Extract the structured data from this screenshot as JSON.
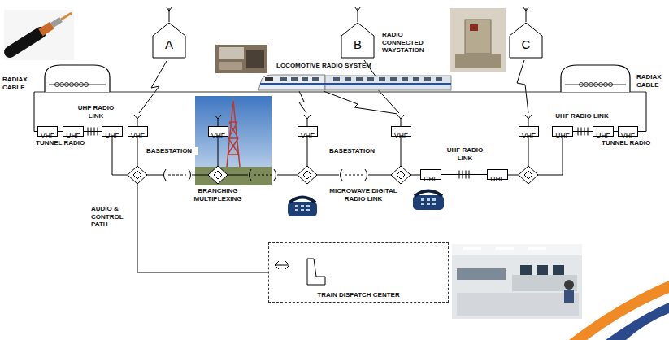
{
  "diagram": {
    "nodes": [
      {
        "text": [
          "A"
        ]
      },
      {
        "text": [
          "B"
        ]
      },
      {
        "text": [
          "C"
        ]
      },
      {
        "text": [
          "VHF"
        ]
      },
      {
        "text": [
          "UHF"
        ]
      },
      {
        "text": [
          "UHF"
        ]
      },
      {
        "text": [
          "VHF"
        ]
      },
      {
        "text": [
          "VHF"
        ]
      },
      {
        "text": [
          "VHF"
        ]
      },
      {
        "text": [
          "VHF"
        ]
      },
      {
        "text": [
          "UHF"
        ]
      },
      {
        "text": [
          "UHF"
        ]
      },
      {
        "text": [
          "VHF"
        ]
      },
      {
        "text": [
          "UHF"
        ]
      },
      {
        "text": [
          "UHF"
        ]
      },
      {
        "text": [
          "VHF"
        ]
      },
      {
        "text": [
          "TRAIN DISPATCH CENTER"
        ]
      }
    ],
    "edges": [
      {
        "from": 3,
        "to": 4,
        "arrow": "none"
      },
      {
        "from": 4,
        "to": 5,
        "arrow": "none"
      },
      {
        "from": 10,
        "to": 11,
        "arrow": "none"
      },
      {
        "from": 13,
        "to": 14,
        "arrow": "none"
      },
      {
        "from": 14,
        "to": 15,
        "arrow": "none"
      }
    ],
    "labels": [
      "RADIAX CABLE",
      "LOCOMOTIVE RADIO SYSTEM",
      "RADIO CONNECTED WAYSTATION",
      "RADIAX CABLE",
      "UHF RADIO LINK",
      "TUNNEL RADIO",
      "BASESTATION",
      "BRANCHING MULTIPLEXING",
      "BASESTATION",
      "MICROWAVE DIGITAL RADIO LINK",
      "UHF RADIO LINK",
      "UHF RADIO LINK",
      "TUNNEL RADIO",
      "AUDIO & CONTROL PATH"
    ]
  }
}
